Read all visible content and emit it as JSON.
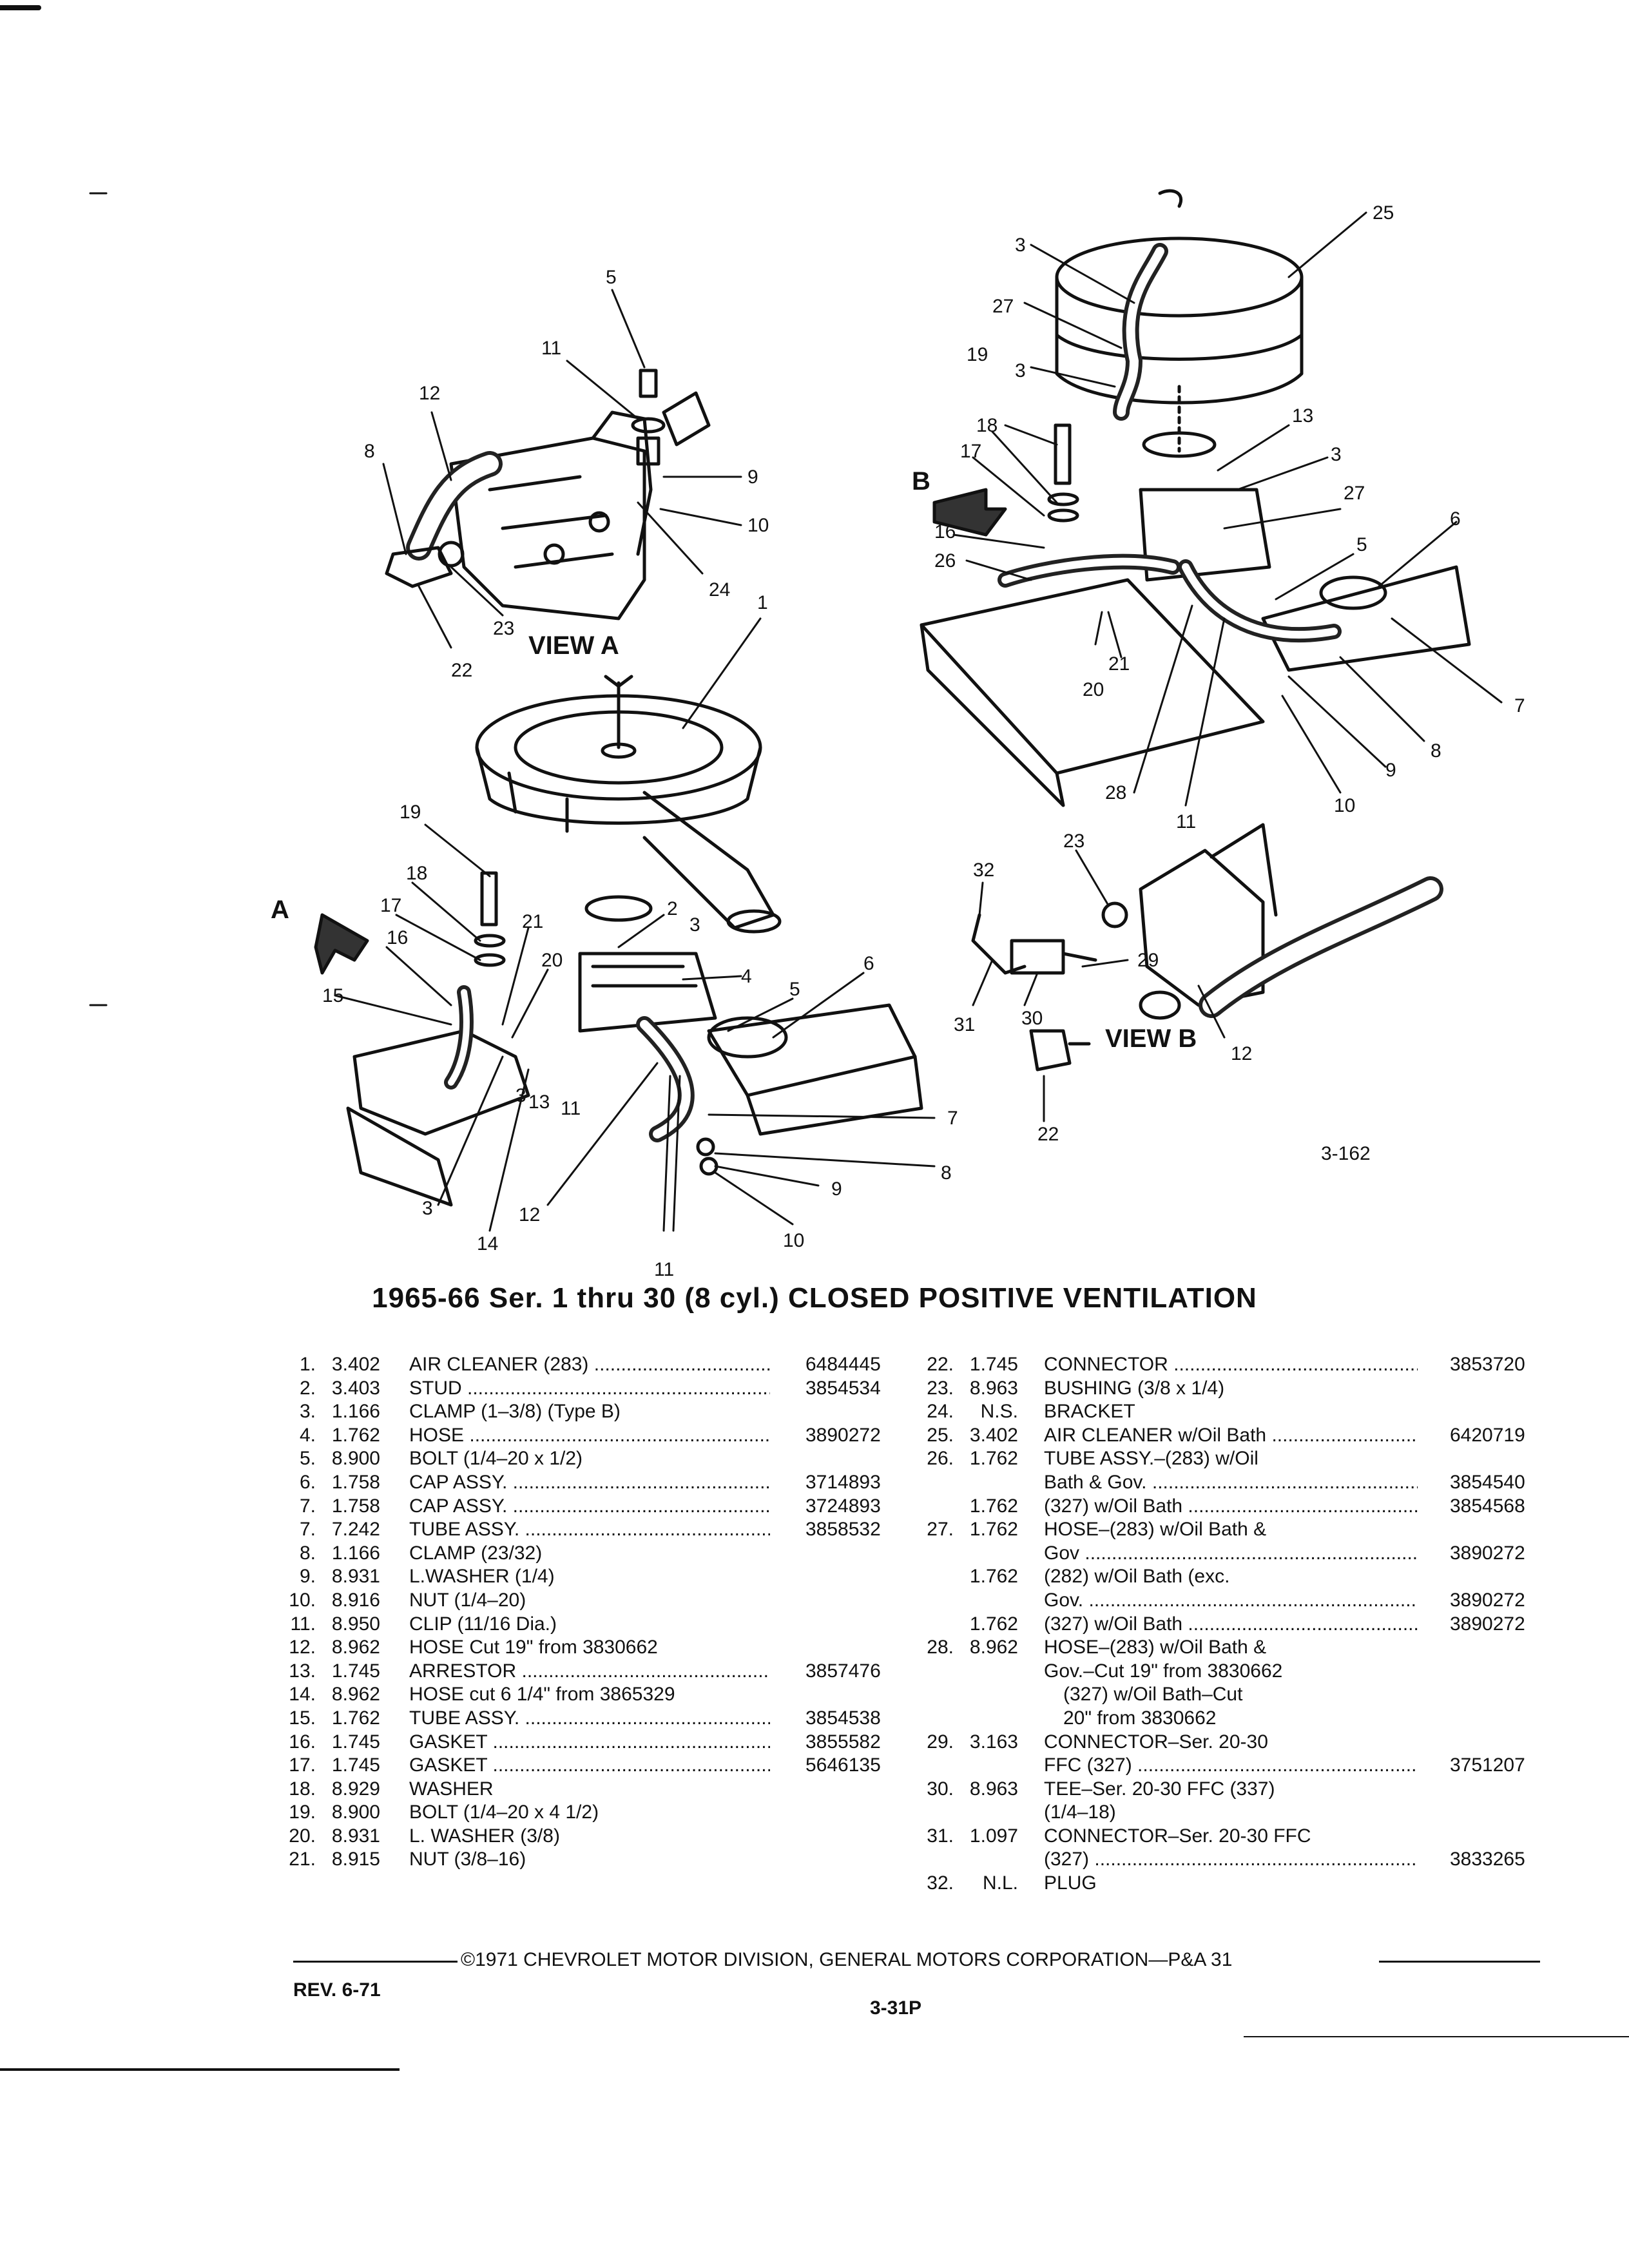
{
  "diagram": {
    "callouts": [
      "1",
      "2",
      "3",
      "4",
      "5",
      "6",
      "7",
      "8",
      "9",
      "10",
      "11",
      "12",
      "13",
      "14",
      "15",
      "16",
      "17",
      "18",
      "19",
      "20",
      "21",
      "22",
      "23",
      "24",
      "25",
      "26",
      "27",
      "28",
      "29",
      "30",
      "31",
      "32"
    ],
    "view_a_label": "VIEW A",
    "view_b_label": "VIEW B",
    "arrow_a_label": "A",
    "arrow_b_label": "B",
    "figure_id": "3-162"
  },
  "title": "1965-66 Ser. 1 thru 30 (8 cyl.) CLOSED POSITIVE VENTILATION",
  "parts_left": [
    {
      "no": "1.",
      "group": "3.402",
      "desc": "AIR CLEANER (283)",
      "part": "6484445",
      "dots": true
    },
    {
      "no": "2.",
      "group": "3.403",
      "desc": "STUD",
      "part": "3854534",
      "dots": true
    },
    {
      "no": "3.",
      "group": "1.166",
      "desc": "CLAMP (1–3/8) (Type B)",
      "part": "",
      "dots": false
    },
    {
      "no": "4.",
      "group": "1.762",
      "desc": "HOSE",
      "part": "3890272",
      "dots": true
    },
    {
      "no": "5.",
      "group": "8.900",
      "desc": "BOLT (1/4–20 x 1/2)",
      "part": "",
      "dots": false
    },
    {
      "no": "6.",
      "group": "1.758",
      "desc": "CAP ASSY.",
      "part": "3714893",
      "dots": true
    },
    {
      "no": "7.",
      "group": "1.758",
      "desc": "CAP ASSY.",
      "part": "3724893",
      "dots": true
    },
    {
      "no": "7.",
      "group": "7.242",
      "desc": "TUBE ASSY.",
      "part": "3858532",
      "dots": true
    },
    {
      "no": "8.",
      "group": "1.166",
      "desc": "CLAMP (23/32)",
      "part": "",
      "dots": false
    },
    {
      "no": "9.",
      "group": "8.931",
      "desc": "L.WASHER (1/4)",
      "part": "",
      "dots": false
    },
    {
      "no": "10.",
      "group": "8.916",
      "desc": "NUT (1/4–20)",
      "part": "",
      "dots": false
    },
    {
      "no": "11.",
      "group": "8.950",
      "desc": "CLIP (11/16 Dia.)",
      "part": "",
      "dots": false
    },
    {
      "no": "12.",
      "group": "8.962",
      "desc": "HOSE Cut 19\" from 3830662",
      "part": "",
      "dots": false
    },
    {
      "no": "13.",
      "group": "1.745",
      "desc": "ARRESTOR",
      "part": "3857476",
      "dots": true
    },
    {
      "no": "14.",
      "group": "8.962",
      "desc": "HOSE cut 6 1/4\" from 3865329",
      "part": "",
      "dots": false
    },
    {
      "no": "15.",
      "group": "1.762",
      "desc": "TUBE ASSY.",
      "part": "3854538",
      "dots": true
    },
    {
      "no": "16.",
      "group": "1.745",
      "desc": "GASKET",
      "part": "3855582",
      "dots": true
    },
    {
      "no": "17.",
      "group": "1.745",
      "desc": "GASKET",
      "part": "5646135",
      "dots": true
    },
    {
      "no": "18.",
      "group": "8.929",
      "desc": "WASHER",
      "part": "",
      "dots": false
    },
    {
      "no": "19.",
      "group": "8.900",
      "desc": "BOLT (1/4–20 x 4 1/2)",
      "part": "",
      "dots": false
    },
    {
      "no": "20.",
      "group": "8.931",
      "desc": "L. WASHER (3/8)",
      "part": "",
      "dots": false
    },
    {
      "no": "21.",
      "group": "8.915",
      "desc": "NUT (3/8–16)",
      "part": "",
      "dots": false
    }
  ],
  "parts_right": [
    {
      "no": "22.",
      "group": "1.745",
      "desc": "CONNECTOR",
      "part": "3853720",
      "dots": true
    },
    {
      "no": "23.",
      "group": "8.963",
      "desc": "BUSHING (3/8 x 1/4)",
      "part": "",
      "dots": false
    },
    {
      "no": "24.",
      "group": "N.S.",
      "desc": "BRACKET",
      "part": "",
      "dots": false
    },
    {
      "no": "25.",
      "group": "3.402",
      "desc": "AIR CLEANER w/Oil Bath",
      "part": "6420719",
      "dots": true
    },
    {
      "no": "26.",
      "group": "1.762",
      "desc": "TUBE ASSY.–(283) w/Oil",
      "part": "",
      "dots": false
    },
    {
      "no": "",
      "group": "",
      "desc": "Bath & Gov.",
      "part": "3854540",
      "dots": true
    },
    {
      "no": "",
      "group": "1.762",
      "desc": "(327) w/Oil Bath",
      "part": "3854568",
      "dots": true
    },
    {
      "no": "27.",
      "group": "1.762",
      "desc": "HOSE–(283) w/Oil Bath &",
      "part": "",
      "dots": false
    },
    {
      "no": "",
      "group": "",
      "desc": "Gov",
      "part": "3890272",
      "dots": true
    },
    {
      "no": "",
      "group": "1.762",
      "desc": "(282) w/Oil Bath (exc.",
      "part": "",
      "dots": false
    },
    {
      "no": "",
      "group": "",
      "desc": "Gov.",
      "part": "3890272",
      "dots": true
    },
    {
      "no": "",
      "group": "1.762",
      "desc": "(327) w/Oil Bath",
      "part": "3890272",
      "dots": true
    },
    {
      "no": "28.",
      "group": "8.962",
      "desc": "HOSE–(283) w/Oil Bath &",
      "part": "",
      "dots": false
    },
    {
      "no": "",
      "group": "",
      "desc": "Gov.–Cut 19\" from 3830662",
      "part": "",
      "dots": false
    },
    {
      "no": "",
      "group": "",
      "desc": "(327) w/Oil Bath–Cut",
      "part": "",
      "dots": false,
      "indent": true
    },
    {
      "no": "",
      "group": "",
      "desc": "20\" from 3830662",
      "part": "",
      "dots": false,
      "indent": true
    },
    {
      "no": "29.",
      "group": "3.163",
      "desc": "CONNECTOR–Ser. 20-30",
      "part": "",
      "dots": false
    },
    {
      "no": "",
      "group": "",
      "desc": "FFC (327)",
      "part": "3751207",
      "dots": true
    },
    {
      "no": "30.",
      "group": "8.963",
      "desc": "TEE–Ser. 20-30 FFC (337)",
      "part": "",
      "dots": false
    },
    {
      "no": "",
      "group": "",
      "desc": "(1/4–18)",
      "part": "",
      "dots": false
    },
    {
      "no": "31.",
      "group": "1.097",
      "desc": "CONNECTOR–Ser. 20-30 FFC",
      "part": "",
      "dots": false
    },
    {
      "no": "",
      "group": "",
      "desc": "(327)",
      "part": "3833265",
      "dots": true
    },
    {
      "no": "32.",
      "group": "N.L.",
      "desc": "PLUG",
      "part": "",
      "dots": false
    }
  ],
  "footer": {
    "copyright": "©1971 CHEVROLET MOTOR DIVISION, GENERAL MOTORS CORPORATION—P&A 31",
    "revision": "REV. 6-71",
    "page": "3-31P"
  }
}
